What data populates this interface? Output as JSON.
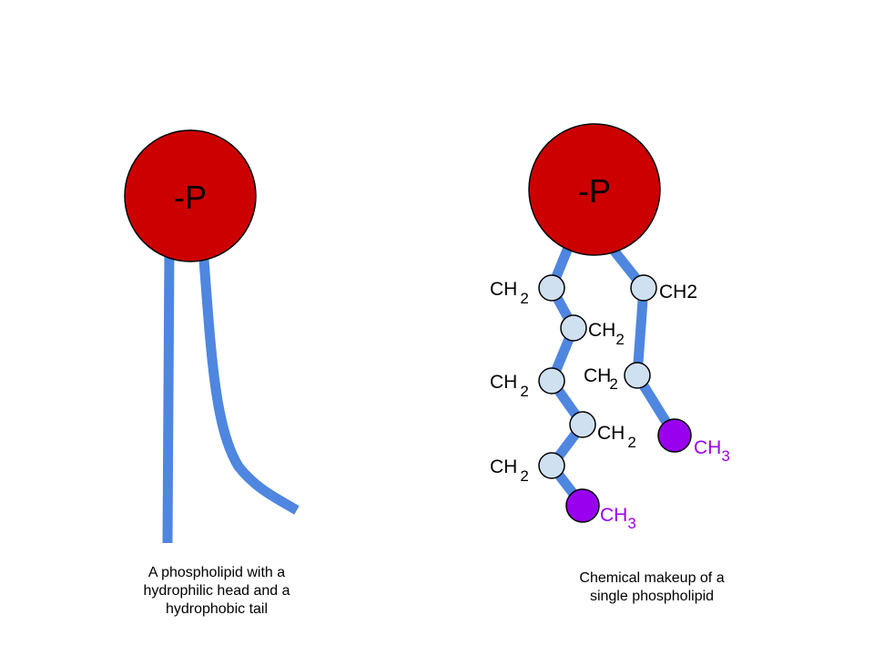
{
  "colors": {
    "head": "#cc0000",
    "tail": "#4f86e0",
    "ch2_node": "#cfe0f1",
    "ch3_node": "#9900ee",
    "ch3_text": "#9900ee",
    "text": "#000000"
  },
  "left_molecule": {
    "head_label": "-P",
    "caption_lines": [
      "A phospholipid with a",
      "hydrophilic head and a",
      "hydrophobic tail"
    ]
  },
  "right_molecule": {
    "head_label": "-P",
    "groups": {
      "ch2": {
        "base": "CH",
        "sub": "2"
      },
      "ch3": {
        "base": "CH",
        "sub": "3"
      }
    },
    "caption_lines": [
      "Chemical makeup of a",
      "single phospholipid"
    ]
  }
}
